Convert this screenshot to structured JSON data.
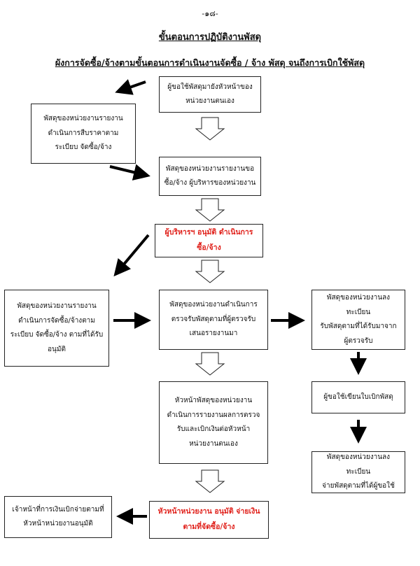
{
  "page_number": "-๑๘-",
  "title": "ขั้นตอนการปฏิบัติงานพัสดุ",
  "subtitle": "ผังการจัดซื้อ/จ้างตามขั้นตอนการดำเนินงานจัดซื้อ / จ้าง พัสดุ จนถึงการเบิกใช้พัสดุ",
  "steps": {
    "request": [
      "ผู้ขอใช้พัสดุมายังหัวหน้าของ",
      "หน่วยงานตนเอง"
    ],
    "price_survey": [
      "พัสดุของหน่วยงานรายงาน",
      "ดำเนินการสืบราคาตาม",
      "ระเบียบ จัดซื้อ/จ้าง"
    ],
    "report_to_admin": [
      "พัสดุของหน่วยงานรายงานขอ",
      "ซื้อ/จ้าง ผู้บริหารของหน่วยงาน"
    ],
    "admin_approve": [
      "ผู้บริหารฯ อนุมัติ ดำเนินการ",
      "ซื้อ/จ้าง"
    ],
    "purchase_report": [
      "พัสดุของหน่วยงานรายงาน",
      "ดำเนินการจัดซื้อ/จ้างตาม",
      "ระเบียบ จัดซื้อ/จ้าง ตามที่ได้รับ",
      "อนุมัติ"
    ],
    "inspection": [
      "พัสดุของหน่วยงานดำเนินการ",
      "ตรวจรับพัสดุตามที่ผู้ตรวจรับ",
      "เสนอรายงานมา"
    ],
    "register_receive": [
      "พัสดุของหน่วยงานลงทะเบียน",
      "รับพัสดุตามที่ได้รับมาจาก",
      "ผู้ตรวจรับ"
    ],
    "head_report": [
      "หัวหน้าพัสดุของหน่วยงาน",
      "ดำเนินการรายงานผลการตรวจ",
      "รับและเบิกเงินต่อหัวหน้า",
      "หน่วยงานตนเอง"
    ],
    "requisition": [
      "ผู้ขอใช้เขียนใบเบิกพัสดุ"
    ],
    "register_dispense": [
      "พัสดุของหน่วยงานลงทะเบียน",
      "จ่ายพัสดุตามที่ได้ผู้ขอใช้"
    ],
    "head_approve_pay": [
      "หัวหน้าหน่วยงาน อนุมัติ จ่ายเงิน",
      "ตามที่จัดซื้อ/จ้าง"
    ],
    "finance_officer": [
      "เจ้าหน้าที่การเงินเบิกจ่ายตามที่",
      "หัวหน้าหน่วยงานอนุมัติ"
    ]
  }
}
